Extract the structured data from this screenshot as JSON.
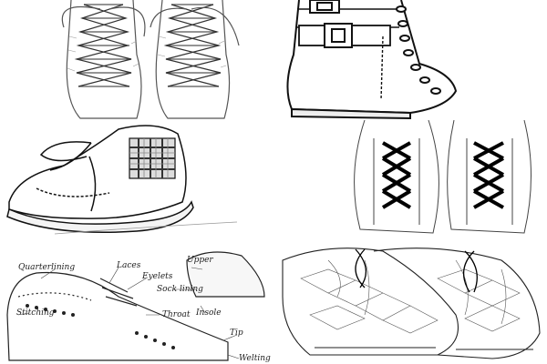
{
  "collage": {
    "tiles": [
      {
        "subject": "sketch of two lace-up boots, front view"
      },
      {
        "subject": "outline of a buckled combat boot"
      },
      {
        "subject": "outline of a chukka boot with plaid panel"
      },
      {
        "subject": "outline of two boot fronts with crossed laces"
      },
      {
        "subject": "labelled diagram of a brogue shoe",
        "labels": {
          "quarter_lining": "Quarterlining",
          "laces": "Laces",
          "eyelets": "Eyelets",
          "upper": "Upper",
          "sock_lining": "Sock lining",
          "stitching": "Stitching",
          "throat": "Throat",
          "insole": "Insole",
          "tip": "Tip",
          "welting": "Welting"
        }
      },
      {
        "subject": "detailed outline of two running shoes"
      }
    ]
  }
}
